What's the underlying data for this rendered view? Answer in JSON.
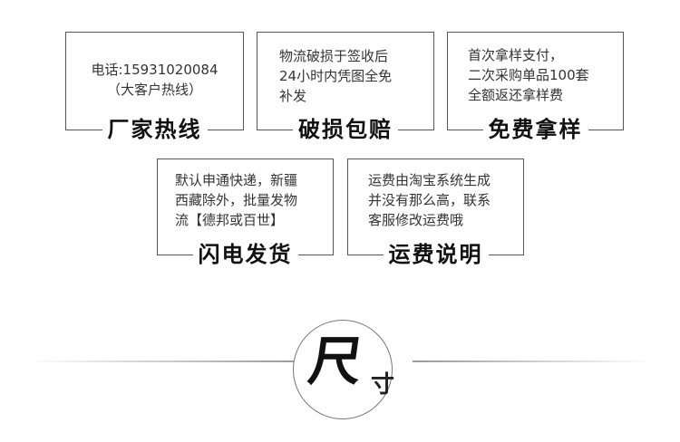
{
  "cards": [
    {
      "title": "厂家热线",
      "lines": [
        "电话:15931020084",
        "（大客户热线）"
      ]
    },
    {
      "title": "破损包赔",
      "lines": [
        "物流破损于签收后",
        "24小时内凭图全免",
        "补发"
      ]
    },
    {
      "title": "免费拿样",
      "lines": [
        "首次拿样支付，",
        "二次采购单品100套",
        "全额返还拿样费"
      ]
    },
    {
      "title": "闪电发货",
      "lines": [
        "默认申通快递，新疆",
        "西藏除外，批量发物",
        "流【德邦或百世】"
      ]
    },
    {
      "title": "运费说明",
      "lines": [
        "运费由淘宝系统生成",
        "并没有那么高，联系",
        "客服修改运费哦"
      ]
    }
  ],
  "size_section": {
    "big_char": "尺",
    "small_char": "寸"
  }
}
